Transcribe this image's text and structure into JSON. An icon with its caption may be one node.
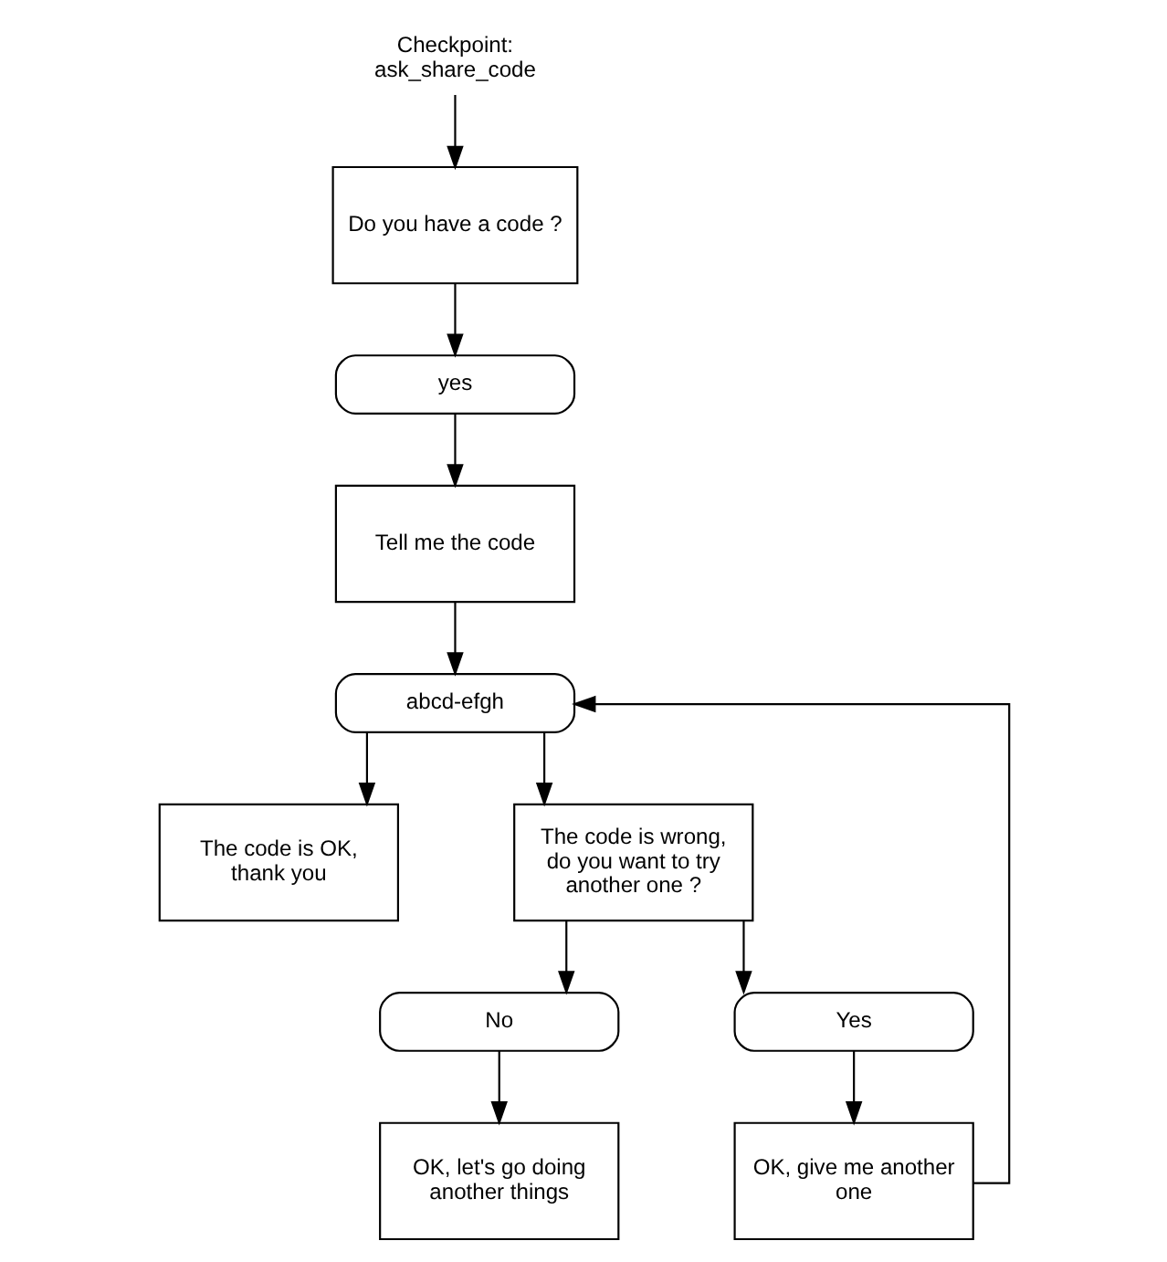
{
  "diagram": {
    "nodes": [
      {
        "text": [
          "Checkpoint: ask_share_code"
        ]
      },
      {
        "text": [
          "Do you have a code ?"
        ]
      },
      {
        "text": [
          "yes"
        ]
      },
      {
        "text": [
          "Tell me the code"
        ]
      },
      {
        "text": [
          "abcd-efgh"
        ]
      },
      {
        "text": [
          "The code is OK, thank you"
        ]
      },
      {
        "text": [
          "The code is wrong, do you want to try another one ?"
        ]
      },
      {
        "text": [
          "No"
        ]
      },
      {
        "text": [
          "Yes"
        ]
      },
      {
        "text": [
          "OK, let's go doing another things"
        ]
      },
      {
        "text": [
          "OK, give me another one"
        ]
      }
    ],
    "edges": [
      {
        "from": 0,
        "to": 1,
        "arrow": "to"
      },
      {
        "from": 1,
        "to": 2,
        "arrow": "to"
      },
      {
        "from": 2,
        "to": 3,
        "arrow": "to"
      },
      {
        "from": 3,
        "to": 4,
        "arrow": "to"
      },
      {
        "from": 4,
        "to": 5,
        "arrow": "to"
      },
      {
        "from": 4,
        "to": 6,
        "arrow": "to"
      },
      {
        "from": 6,
        "to": 7,
        "arrow": "to"
      },
      {
        "from": 6,
        "to": 8,
        "arrow": "to"
      },
      {
        "from": 7,
        "to": 9,
        "arrow": "to"
      },
      {
        "from": 8,
        "to": 10,
        "arrow": "to"
      },
      {
        "from": 10,
        "to": 4,
        "arrow": "to"
      }
    ]
  }
}
